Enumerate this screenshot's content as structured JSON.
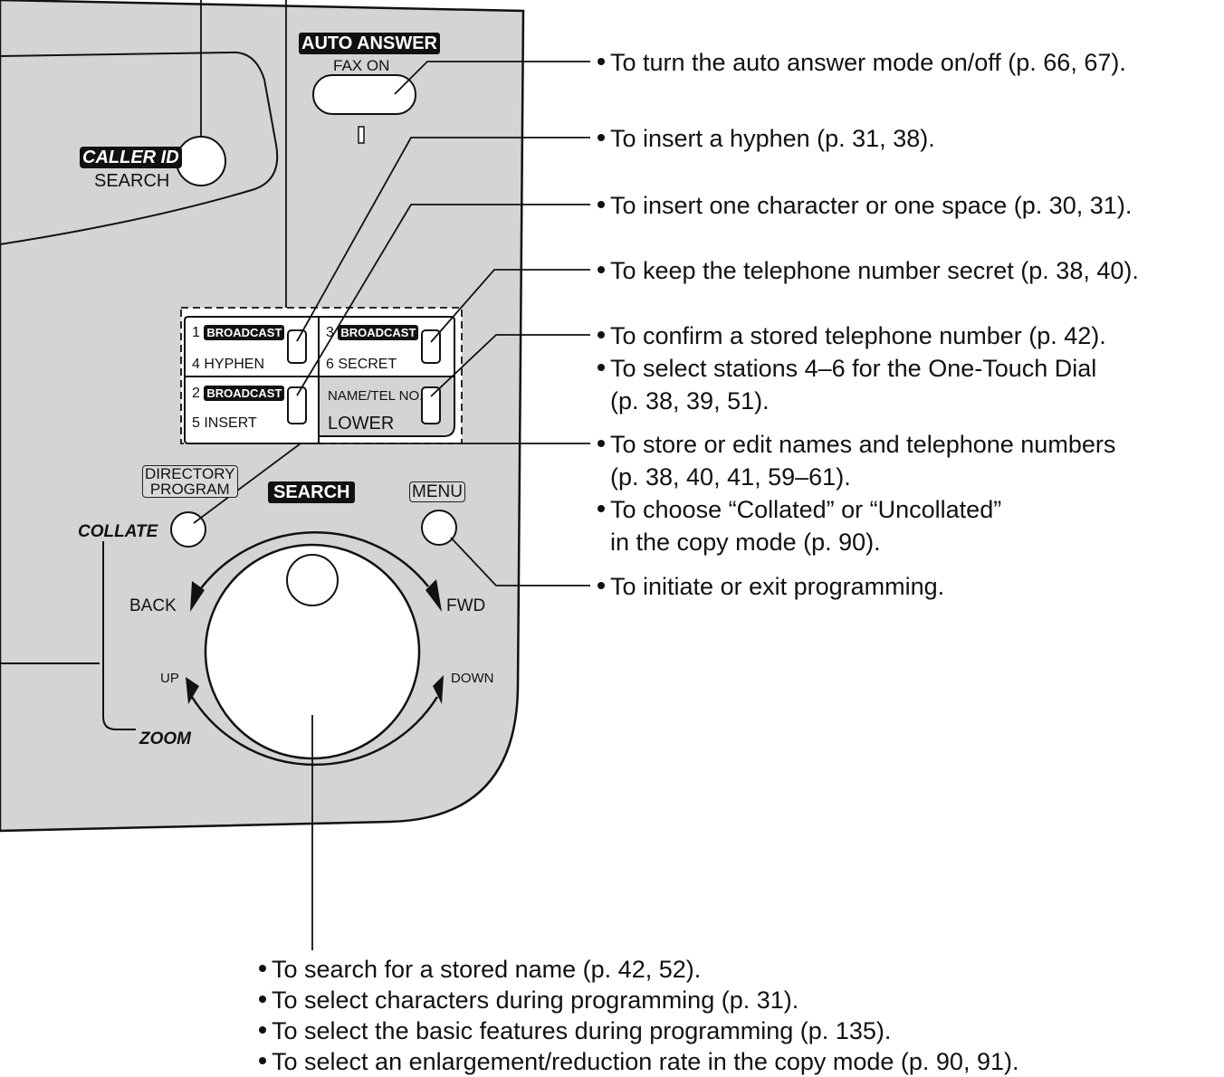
{
  "panel": {
    "colors": {
      "panel": "#d4d4d4",
      "ink": "#111111",
      "dial_bg": "#ffffff"
    },
    "auto_answer": {
      "title": "AUTO ANSWER",
      "sub": "FAX ON"
    },
    "caller_id": {
      "title": "CALLER ID",
      "sub": "SEARCH"
    },
    "one_touch": {
      "broadcast": "BROADCAST",
      "b1_num": "1",
      "b1_alt": "4 HYPHEN",
      "b2_num": "2",
      "b2_alt": "5 INSERT",
      "b3_num": "3",
      "b3_alt": "6 SECRET",
      "lower_top": "NAME/TEL NO.",
      "lower_bottom": "LOWER"
    },
    "directory": {
      "line1": "DIRECTORY",
      "line2": "PROGRAM"
    },
    "collate": "COLLATE",
    "search": "SEARCH",
    "menu": "MENU",
    "dial_labels": {
      "back": "BACK",
      "fwd": "FWD",
      "up": "UP",
      "down": "DOWN"
    },
    "zoom": "ZOOM"
  },
  "annotations": {
    "auto_answer": [
      "To turn the auto answer mode on/off (p. 66, 67)."
    ],
    "hyphen": [
      "To insert a hyphen (p. 31, 38)."
    ],
    "insert": [
      "To insert one character or one space (p. 30, 31)."
    ],
    "secret": [
      "To keep the telephone number secret (p. 38, 40)."
    ],
    "lower": [
      "To confirm a stored telephone number (p. 42).",
      "To select stations 4–6 for the One-Touch Dial",
      "(p. 38, 39, 51)."
    ],
    "directory": [
      "To store or edit names and telephone numbers",
      "(p. 38, 40, 41, 59–61).",
      "To choose “Collated” or “Uncollated”",
      "in the copy mode (p. 90)."
    ],
    "menu": [
      "To initiate or exit programming."
    ],
    "dial": [
      "To search for a stored name (p. 42, 52).",
      "To select characters during programming (p. 31).",
      "To select the basic features during programming (p. 135).",
      "To select an enlargement/reduction rate in the copy mode (p. 90, 91)."
    ]
  }
}
